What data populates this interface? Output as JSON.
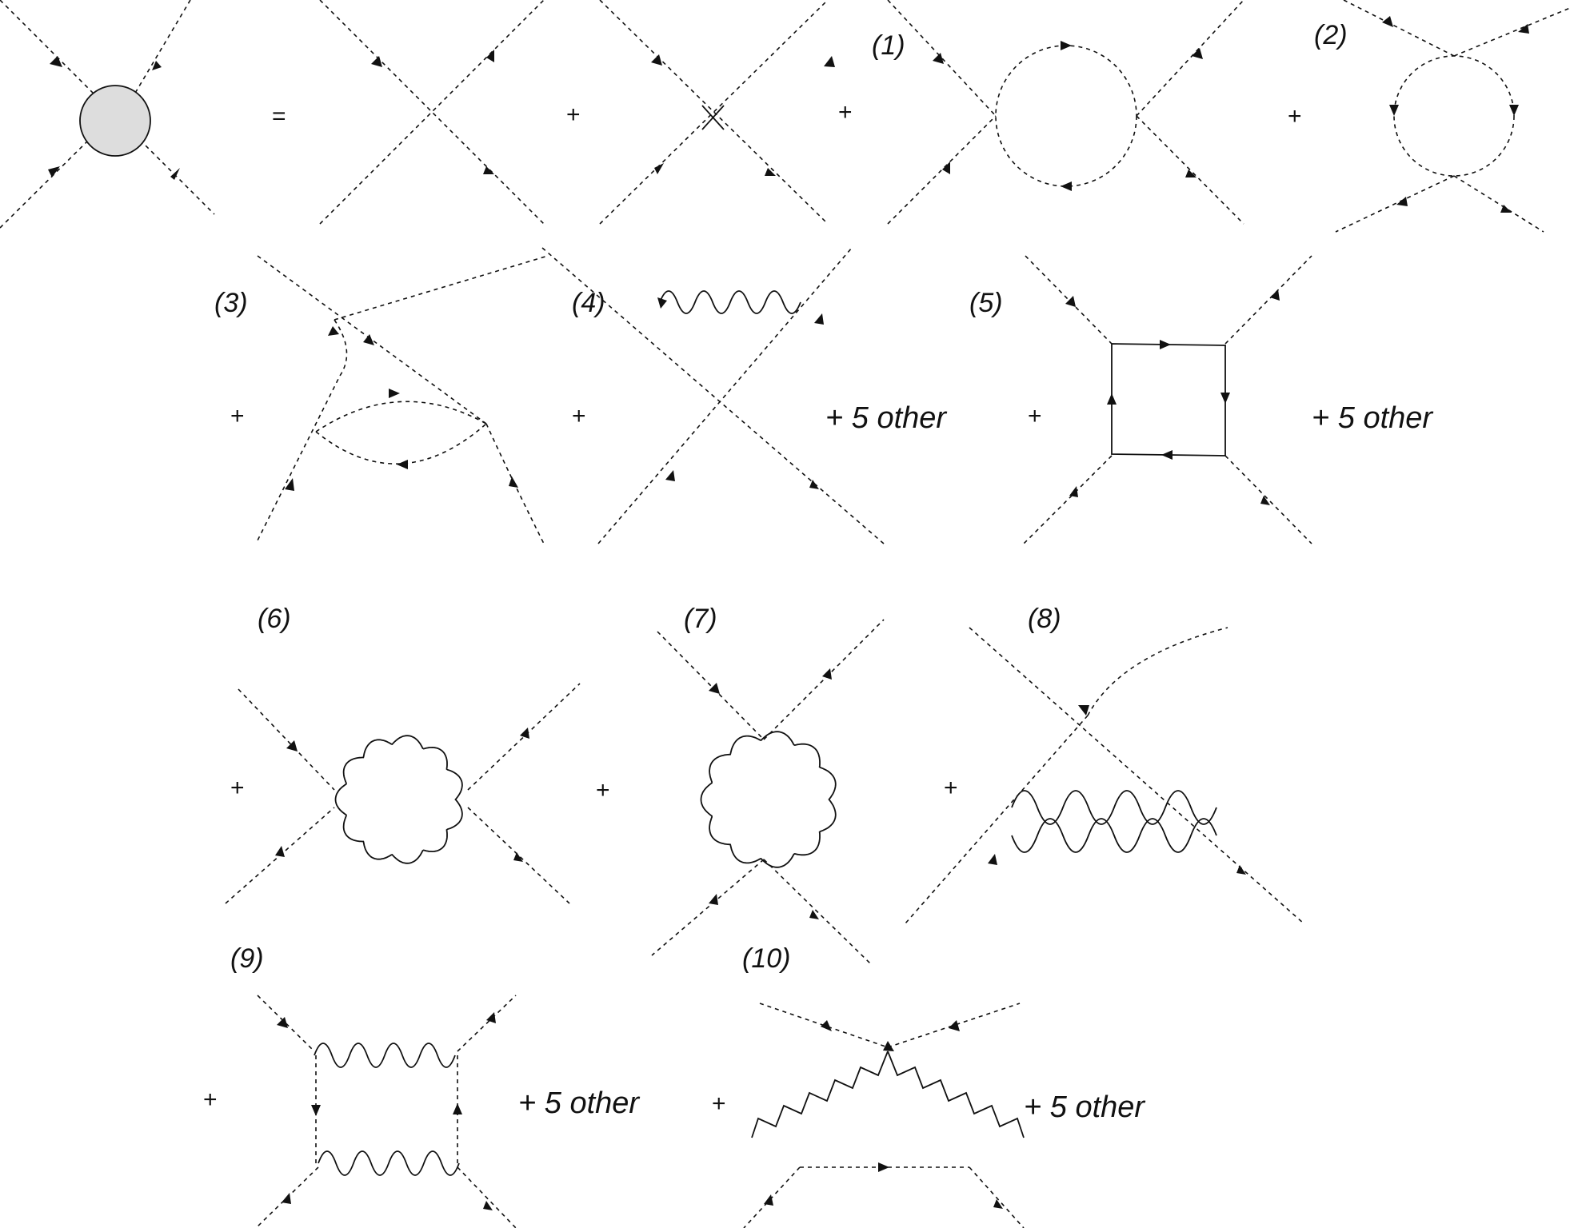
{
  "colors": {
    "stroke": "#111111",
    "blob_fill": "#dddddd",
    "background": "#ffffff"
  },
  "equals": "=",
  "plus": "+",
  "diagram_labels": [
    "(1)",
    "(2)",
    "(3)",
    "(4)",
    "(5)",
    "(6)",
    "(7)",
    "(8)",
    "(9)",
    "(10)"
  ],
  "other_terms": "+ 5 other"
}
